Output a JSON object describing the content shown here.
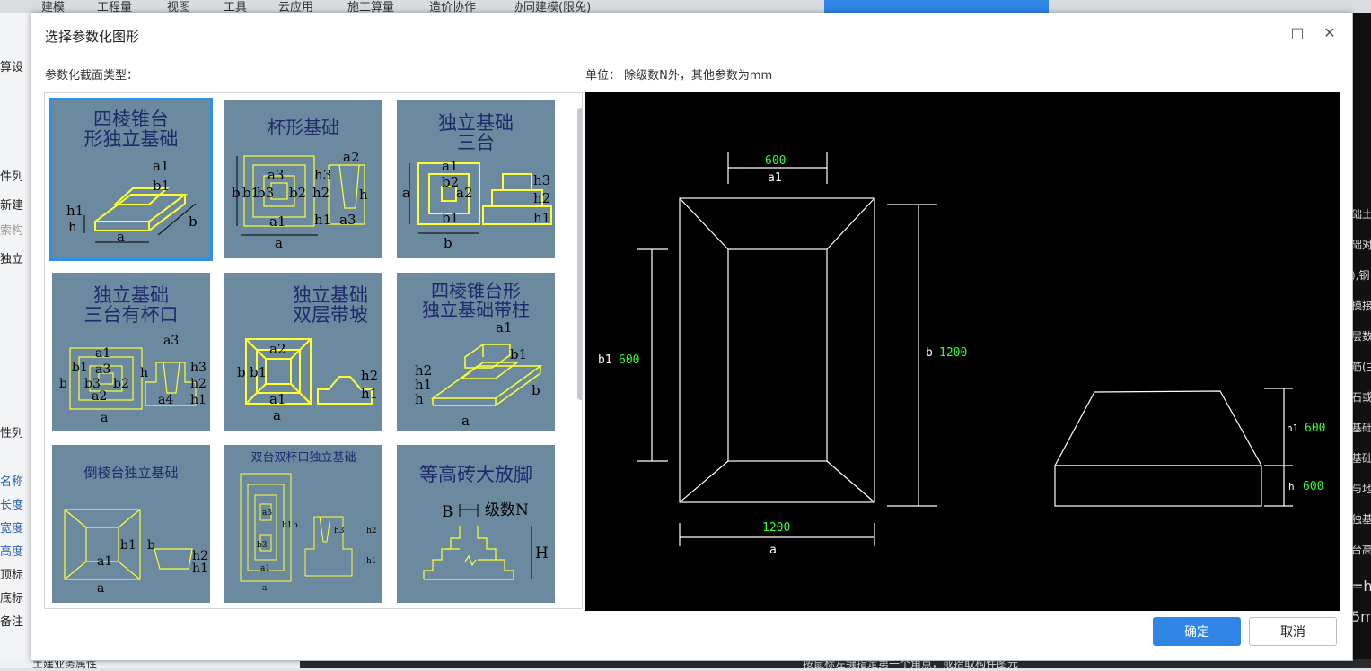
{
  "dialog": {
    "title": "选择参数化图形",
    "section_label": "参数化截面类型：",
    "unit_label": "单位： 除级数N外，其他参数为mm",
    "ok_label": "确定",
    "cancel_label": "取消",
    "maximize_icon": "□",
    "close_icon": "✕"
  },
  "background": {
    "menu": [
      "建模",
      "工程量",
      "视图",
      "工具",
      "云应用",
      "施工算量",
      "造价协作",
      "协同建模(限免)"
    ],
    "left_texts": [
      "算设",
      "件列",
      "新建",
      "索构",
      "独立",
      "性列",
      "名称",
      "长度",
      "宽度",
      "高度",
      "顶标",
      "底标",
      "备注"
    ],
    "bottom_left": "土建业务属性",
    "bottom_hint": "按鼠标左键指定第一个角点，或拾取构件图元",
    "right_glyphs": [
      "础土层",
      "础对于",
      "),钢",
      "模接拔",
      "层数",
      "筋(主筋",
      "石或板",
      "基础",
      "基础",
      "与地(",
      "独基",
      "台高",
      "=h",
      "5m"
    ]
  },
  "shapes": [
    {
      "id": "four-edge-frustum",
      "caption": "四棱锥台\n形独立基础",
      "labels": [
        "a1",
        "b1",
        "h1",
        "h",
        "a",
        "b"
      ]
    },
    {
      "id": "cup-foundation",
      "caption": "杯形基础",
      "labels": [
        "a2",
        "a3",
        "h3",
        "b3",
        "b2",
        "h2",
        "h",
        "b",
        "b1",
        "a1",
        "h1",
        "a3",
        "a"
      ]
    },
    {
      "id": "three-tier-foundation",
      "caption": "独立基础\n三台",
      "labels": [
        "a1",
        "b2",
        "a2",
        "h3",
        "h2",
        "h1",
        "b1",
        "a",
        "b"
      ]
    },
    {
      "id": "three-tier-cup-foundation",
      "caption": "独立基础\n三台有杯口",
      "labels": [
        "a1",
        "a3",
        "b1",
        "a3",
        "h",
        "h3",
        "b3",
        "b2",
        "h2",
        "a2",
        "a4",
        "h1",
        "b",
        "a"
      ]
    },
    {
      "id": "double-layer-slope-foundation",
      "caption": "独立基础\n双层带坡",
      "labels": [
        "a2",
        "b",
        "b1",
        "h2",
        "h1",
        "a1",
        "a"
      ]
    },
    {
      "id": "frustum-with-column",
      "caption": "四棱锥台形\n独立基础带柱",
      "labels": [
        "a1",
        "b1",
        "h2",
        "h1",
        "h",
        "b",
        "a"
      ]
    },
    {
      "id": "chamfered-foundation",
      "caption": "倒棱台独立基础",
      "labels": [
        "b1",
        "b",
        "a1",
        "h2",
        "h1",
        "a"
      ]
    },
    {
      "id": "double-cup-foundation",
      "caption": "双台双杯口独立基础",
      "labels": [
        "a3",
        "b3",
        "b1",
        "b",
        "h3",
        "h2",
        "h1",
        "a1",
        "a"
      ]
    },
    {
      "id": "brick-footing",
      "caption": "等高砖大放脚",
      "labels": [
        "B",
        "级数N",
        "H"
      ]
    }
  ],
  "preview": {
    "a1_value": "600",
    "a1_label": "a1",
    "b1_label": "b1",
    "b1_value": "600",
    "b_label": "b",
    "b_value": "1200",
    "a_value": "1200",
    "a_label": "a",
    "h1_label": "h1",
    "h1_value": "600",
    "h_label": "h",
    "h_value": "600",
    "line_color": "#ffffff",
    "value_color": "#33ff33"
  },
  "colors": {
    "accent": "#2f86e6",
    "tile_bg": "#6b8aa0",
    "tile_lines": "#ffff33"
  }
}
